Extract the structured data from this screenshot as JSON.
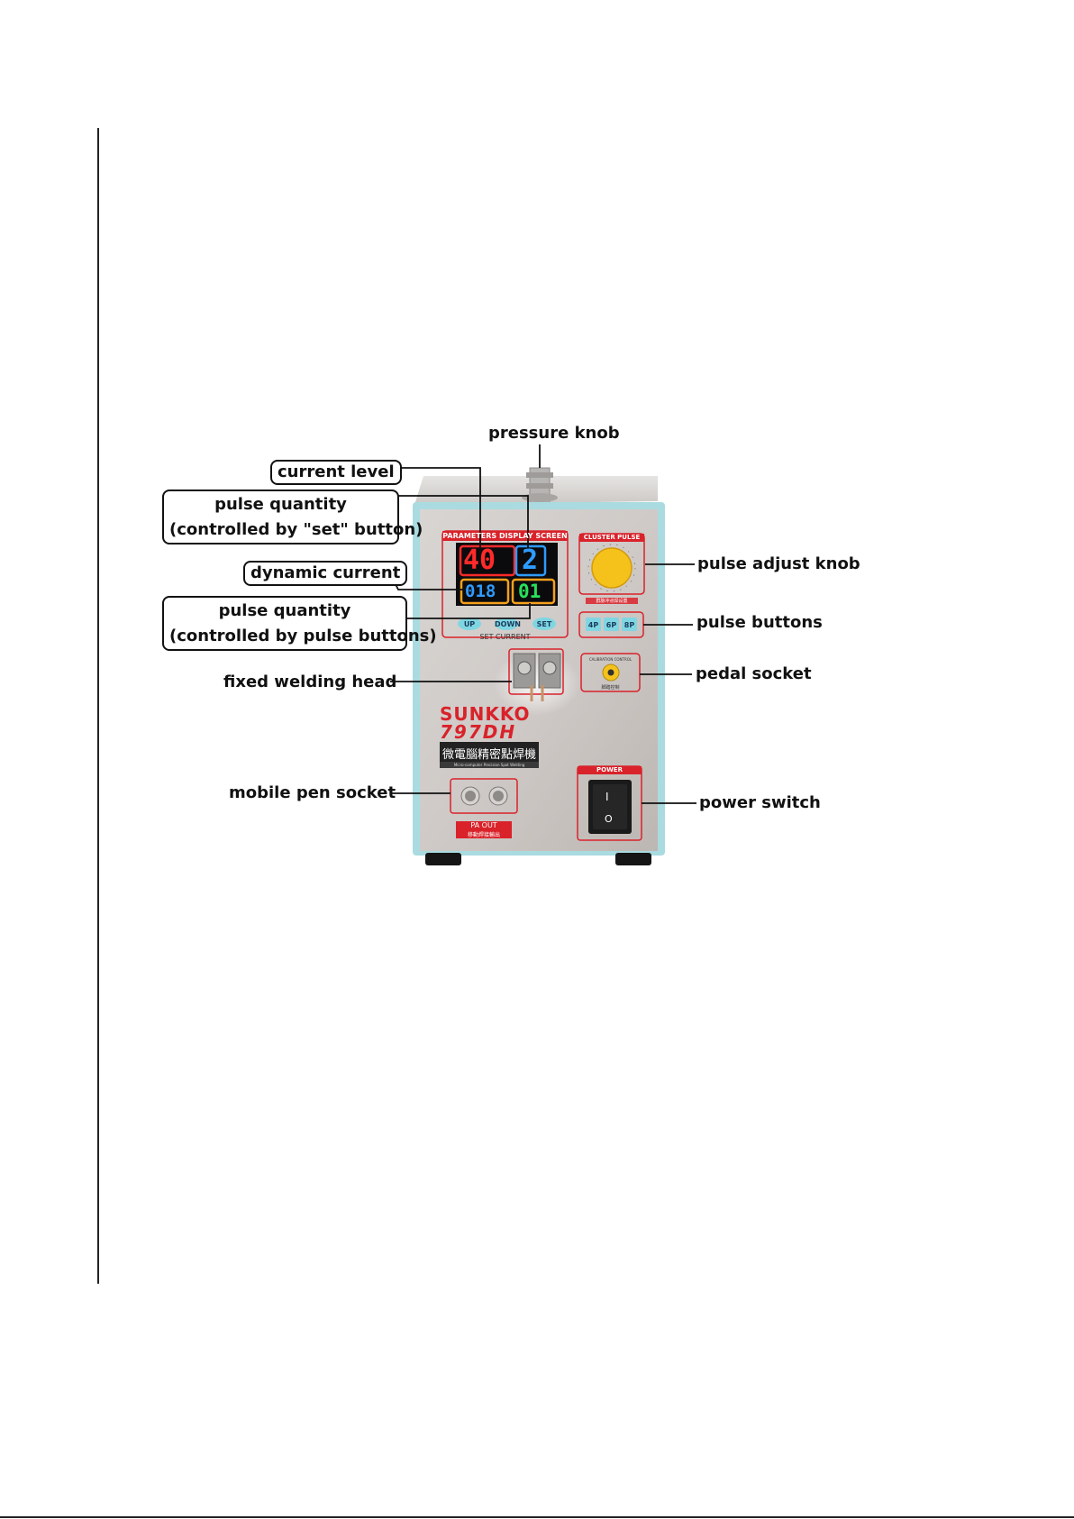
{
  "callouts": {
    "pressure_knob": "pressure knob",
    "current_level": "current level",
    "pulse_quantity_set_1": "pulse quantity",
    "pulse_quantity_set_2": "(controlled by \"set\" button)",
    "dynamic_current": "dynamic current",
    "pulse_quantity_buttons_1": "pulse quantity",
    "pulse_quantity_buttons_2": "(controlled by pulse buttons)",
    "fixed_welding_head": "fixed welding head",
    "mobile_pen_socket": "mobile pen socket",
    "pulse_adjust_knob": "pulse adjust knob",
    "pulse_buttons": "pulse buttons",
    "pedal_socket": "pedal socket",
    "power_switch": "power switch"
  },
  "panel": {
    "display_title": "PARAMETERS DISPLAY SCREEN",
    "cluster_title": "CLUSTER PULSE",
    "current_value": "40",
    "pulse_set_value": "2",
    "dynamic_value": "018",
    "pulse_count_value": "01",
    "btn_up": "UP",
    "btn_down": "DOWN",
    "btn_set": "SET",
    "set_current": "SET CURRENT",
    "btn_4p": "4P",
    "btn_6p": "6P",
    "btn_8p": "8P",
    "calibration": "CALIBRATION CONTROL",
    "calibration_cn": "脚踏控制",
    "cluster_cn": "群脉冲点焊设置",
    "brand": "SUNKKO",
    "model": "797DH",
    "cn_title": "微電腦精密點焊機",
    "en_subtitle": "Micro-computer Precision Spot Welding",
    "power": "POWER",
    "power_on": "I",
    "power_off": "O",
    "pa_out": "PA    OUT",
    "pa_out_cn": "移動焊接輸出"
  },
  "colors": {
    "frame": "#a9dbe0",
    "panel_red": "#d9222a",
    "seg_red": "#ff2a2a",
    "seg_blue": "#2f9bff",
    "seg_green": "#27e05a",
    "knob_yellow": "#f5c21b"
  }
}
